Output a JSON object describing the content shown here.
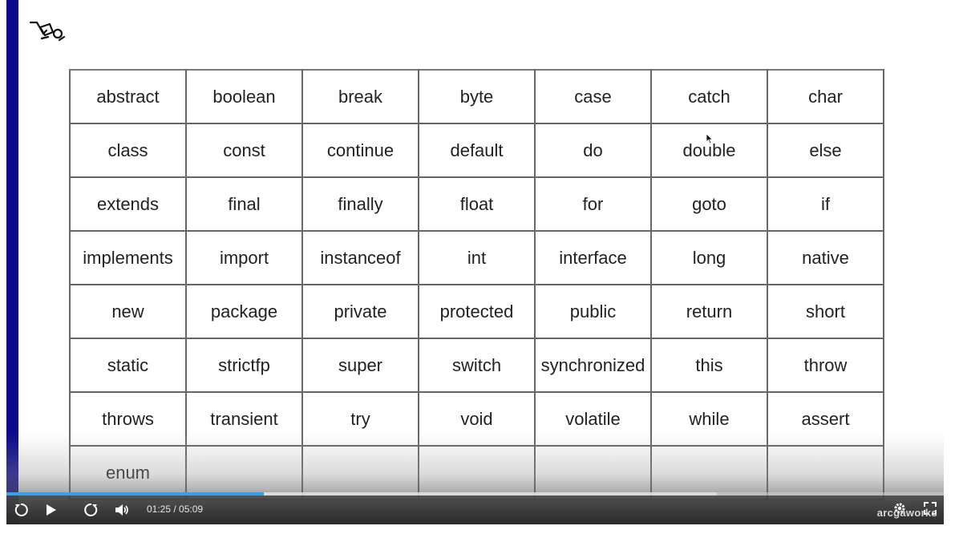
{
  "keywords": [
    [
      "abstract",
      "boolean",
      "break",
      "byte",
      "case",
      "catch",
      "char"
    ],
    [
      "class",
      "const",
      "continue",
      "default",
      "do",
      "double",
      "else"
    ],
    [
      "extends",
      "final",
      "finally",
      "float",
      "for",
      "goto",
      "if"
    ],
    [
      "implements",
      "import",
      "instanceof",
      "int",
      "interface",
      "long",
      "native"
    ],
    [
      "new",
      "package",
      "private",
      "protected",
      "public",
      "return",
      "short"
    ],
    [
      "static",
      "strictfp",
      "super",
      "switch",
      "synchronized",
      "this",
      "throw"
    ],
    [
      "throws",
      "transient",
      "try",
      "void",
      "volatile",
      "while",
      "assert"
    ],
    [
      "enum",
      "",
      "",
      "",
      "",
      "",
      ""
    ]
  ],
  "player": {
    "current_time": "01:25",
    "duration": "05:09",
    "time_separator": " / ",
    "progress": 0.275,
    "buffered": 0.758,
    "brand": "arcgaworks"
  },
  "colors": {
    "left_bar": "#0c0a8a",
    "progress": "#3aa0e8",
    "table_border": "#666666"
  },
  "icons": {
    "logo": "brand-logo-icon",
    "rewind": "rewind-icon",
    "play": "play-icon",
    "forward": "forward-icon",
    "volume": "volume-icon",
    "settings": "gear-icon",
    "fullscreen": "fullscreen-icon"
  }
}
